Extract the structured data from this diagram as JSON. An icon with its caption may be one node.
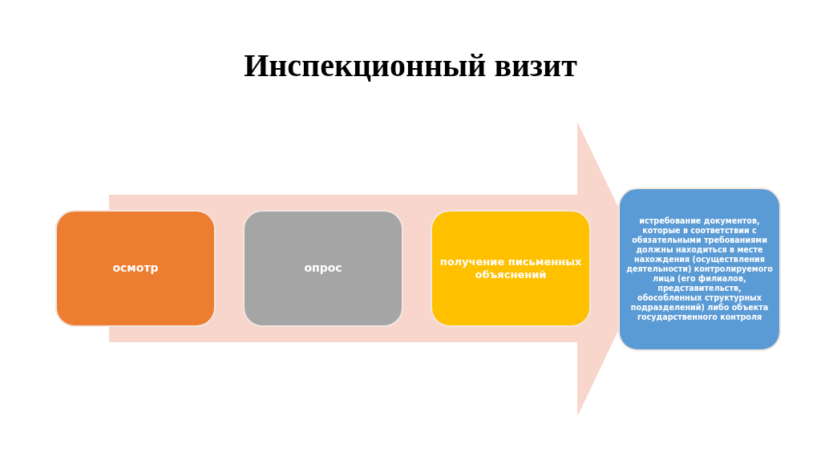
{
  "diagram": {
    "title": "Инспекционный визит",
    "nodes": [
      {
        "text": [
          "осмотр"
        ]
      },
      {
        "text": [
          "опрос"
        ]
      },
      {
        "text": [
          "получение письменных объяснений"
        ]
      },
      {
        "text": [
          "истребование документов, которые в соответствии с обязательными требованиями должны находиться в месте нахождения (осуществления деятельности) контролируемого лица (его филиалов, представительств, обособленных структурных подразделений) либо объекта государственного контроля"
        ]
      }
    ]
  }
}
